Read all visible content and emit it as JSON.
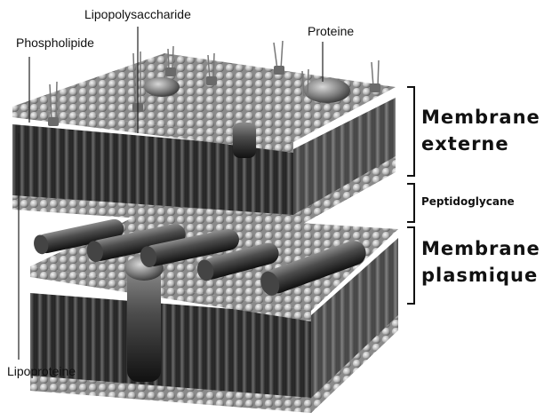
{
  "labels": {
    "lipopolysaccharide": "Lipopolysaccharide",
    "phospholipide": "Phospholipide",
    "proteine": "Proteine",
    "lipoproteine": "Lipoproteine"
  },
  "layers": {
    "outer_membrane_line1": "Membrane",
    "outer_membrane_line2": "externe",
    "peptidoglycan": "Peptidoglycane",
    "plasma_membrane_line1": "Membrane",
    "plasma_membrane_line2": "plasmique"
  }
}
